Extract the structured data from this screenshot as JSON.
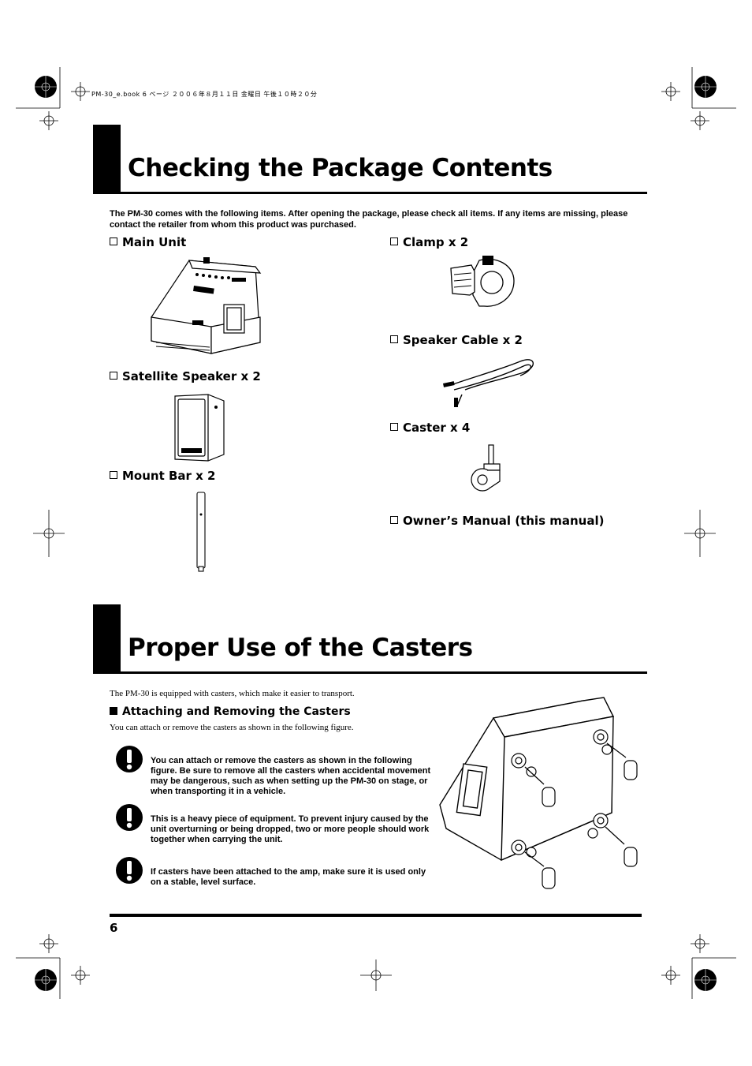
{
  "header": {
    "file_line": "PM-30_e.book 6 ページ ２００６年８月１１日 金曜日 午後１０時２０分"
  },
  "section1": {
    "title": "Checking the Package Contents",
    "intro": "The PM-30 comes with the following items. After opening the package, please check all items. If any items are missing, please contact the retailer from whom this product was purchased.",
    "items": [
      {
        "label": "Main Unit"
      },
      {
        "label": "Satellite Speaker x 2"
      },
      {
        "label": "Mount Bar x 2"
      },
      {
        "label": "Clamp x 2"
      },
      {
        "label": "Speaker Cable x 2"
      },
      {
        "label": "Caster x 4"
      },
      {
        "label": "Owner’s Manual (this manual)"
      }
    ]
  },
  "section2": {
    "title": "Proper Use of the Casters",
    "intro": "The PM-30 is equipped with casters, which make it easier to transport.",
    "subheading": "Attaching and Removing the Casters",
    "subtext": "You can attach or remove the casters as shown in the following figure.",
    "notes": [
      {
        "text": "You can attach or remove the casters as shown in the following figure. Be sure to remove all the casters when accidental movement may be dangerous, such as when setting up the PM-30 on stage, or when transporting it in a vehicle."
      },
      {
        "text": "This is a heavy piece of equipment. To prevent injury caused by the unit overturning or being dropped, two or more people should work together when carrying the unit."
      },
      {
        "text": "If casters have been attached to the amp, make sure it is used only on a stable, level surface."
      }
    ]
  },
  "footer": {
    "page_number": "6"
  },
  "colors": {
    "ink": "#000000",
    "paper": "#ffffff"
  }
}
